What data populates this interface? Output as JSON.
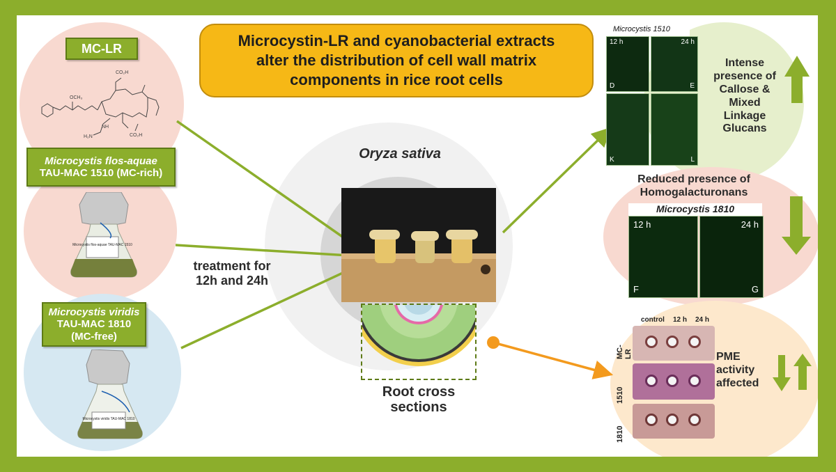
{
  "title": {
    "line1": "Microcystin-LR and cyanobacterial extracts",
    "line2": "alter the distribution of cell wall matrix",
    "line3": "components in rice root cells"
  },
  "left": {
    "mclr_label": "MC-LR",
    "structure_text": {
      "och3": "OCH₃",
      "co2h_top": "CO₂H",
      "co2h_bottom": "CO₂H",
      "nh2": "H₂N",
      "nh": "NH"
    },
    "flos": {
      "name": "Microcystis flos-aquae",
      "strain": "TAU-MAC 1510 (MC-rich)",
      "flask_label": "Microcystis flos-aquae TAU-MAC 1510"
    },
    "viridis": {
      "name": "Microcystis viridis",
      "strain": "TAU-MAC 1810",
      "note": "(MC-free)",
      "flask_label": "Microcystis viridis TAU-MAC 1810"
    },
    "treatment_line1": "treatment for",
    "treatment_line2": "12h and 24h"
  },
  "center": {
    "species": "Oryza sativa",
    "root_line1": "Root cross",
    "root_line2": "sections"
  },
  "right": {
    "top_panel_title": "Microcystis 1510",
    "top_panels": [
      {
        "time": "12 h",
        "letter": "D"
      },
      {
        "time": "24 h",
        "letter": "E"
      },
      {
        "time": "",
        "letter": "K"
      },
      {
        "time": "",
        "letter": "L"
      }
    ],
    "top_text": [
      "Intense",
      "presence of",
      "Callose &",
      "Mixed",
      "Linkage",
      "Glucans"
    ],
    "mid_text_line1": "Reduced presence of",
    "mid_text_line2": "Homogalacturonans",
    "mid_panel_title": "Microcystis 1810",
    "mid_panels": [
      {
        "time": "12 h",
        "letter": "F"
      },
      {
        "time": "24 h",
        "letter": "G"
      }
    ],
    "pme_columns": [
      "control",
      "12 h",
      "24 h"
    ],
    "pme_rows": [
      "MC-LR",
      "1510",
      "1810"
    ],
    "pme_text": [
      "PME",
      "activity",
      "affected"
    ]
  },
  "colors": {
    "frame_green": "#8cae2c",
    "title_yellow": "#f6b816",
    "arrow_green": "#8cae2c",
    "arrow_orange": "#f39a1e",
    "circle_pink": "#f8d9d0",
    "circle_blue": "#d6e8f2",
    "circle_green": "#e6efcc",
    "circle_peach": "#fde8cc"
  },
  "icons": [
    "flask-icon",
    "up-arrow-icon",
    "down-arrow-icon",
    "molecule-structure-icon",
    "plant-photo-icon",
    "root-section-icon"
  ]
}
